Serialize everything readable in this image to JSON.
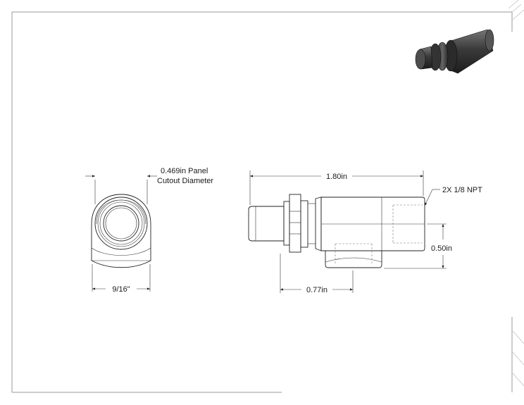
{
  "dimensions": {
    "panel_cutout_line1": "0.469in Panel",
    "panel_cutout_line2": "Cutout Diameter",
    "width_front": "9/16\"",
    "overall_length": "1.80in",
    "npt_callout": "2X 1/8 NPT",
    "height_side": "0.50in",
    "offset_length": "0.77in"
  },
  "colors": {
    "line": "#222222",
    "border": "#9a9a9a",
    "render_body": "#4a4a4a"
  }
}
